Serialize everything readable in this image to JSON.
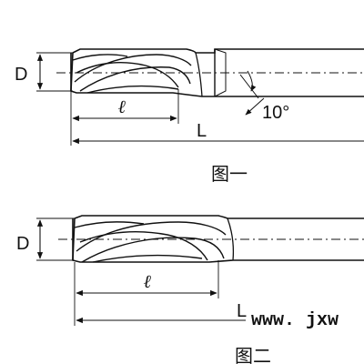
{
  "figure1": {
    "diameter_label": "D",
    "flute_length_label": "ℓ",
    "overall_length_label": "L",
    "angle_label": "10°",
    "caption": "图一"
  },
  "figure2": {
    "diameter_label": "D",
    "flute_length_label": "ℓ",
    "overall_length_label": "L",
    "caption": "图二"
  },
  "watermark": "www. jxw"
}
